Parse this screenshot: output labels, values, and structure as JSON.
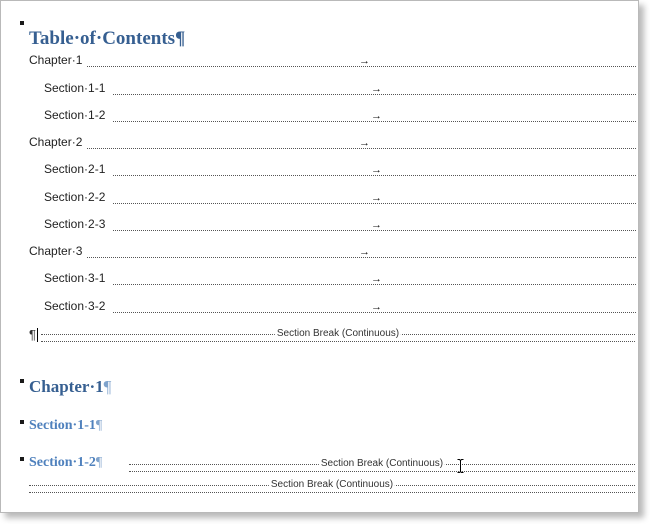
{
  "document": {
    "toc_title": "Table·of·Contents¶",
    "tab_arrow": "→",
    "toc_entries": [
      {
        "label": "Chapter·1",
        "level": 1
      },
      {
        "label": "Section·1-1",
        "level": 2
      },
      {
        "label": "Section·1-2",
        "level": 2
      },
      {
        "label": "Chapter·2",
        "level": 1
      },
      {
        "label": "Section·2-1",
        "level": 2
      },
      {
        "label": "Section·2-2",
        "level": 2
      },
      {
        "label": "Section·2-3",
        "level": 2
      },
      {
        "label": "Chapter·3",
        "level": 1
      },
      {
        "label": "Section·3-1",
        "level": 2
      },
      {
        "label": "Section·3-2",
        "level": 2
      }
    ],
    "empty_paragraph_mark": "¶",
    "section_break_label": "Section Break (Continuous)",
    "headings": {
      "chapter1": "Chapter·1",
      "section1_1": "Section·1-1",
      "section1_2": "Section·1-2",
      "pilcrow": "¶"
    }
  },
  "colors": {
    "heading1": "#365f91",
    "heading2": "#4f81bd"
  }
}
